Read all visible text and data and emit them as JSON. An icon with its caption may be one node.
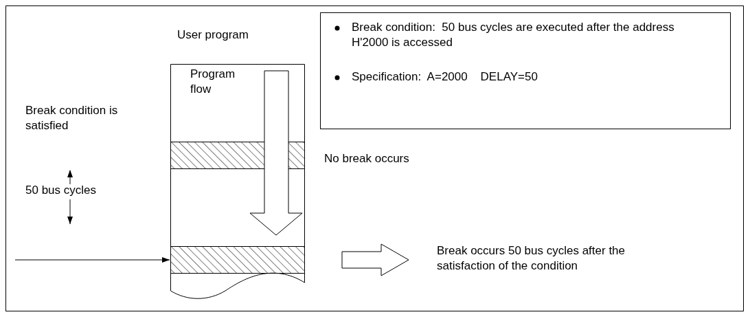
{
  "diagram": {
    "nodes": [
      {
        "text": [
          "Break condition:  50 bus cycles are executed after the address H'2000 is accessed",
          "Specification:  A=2000    DELAY=50"
        ]
      },
      {
        "text": [
          "User program"
        ]
      },
      {
        "text": [],
        "shape": "bar",
        "in": 1,
        "beside": [
          "No break occurs"
        ]
      },
      {
        "text": [],
        "shape": "bar",
        "in": 1
      }
    ],
    "edges": [
      {
        "from": null,
        "to": 3,
        "arrow": "to"
      }
    ],
    "labels": [
      "Program flow",
      "Break condition is satisfied",
      "50 bus cycles",
      "Break occurs 50 bus cycles after the satisfaction of the condition"
    ]
  }
}
